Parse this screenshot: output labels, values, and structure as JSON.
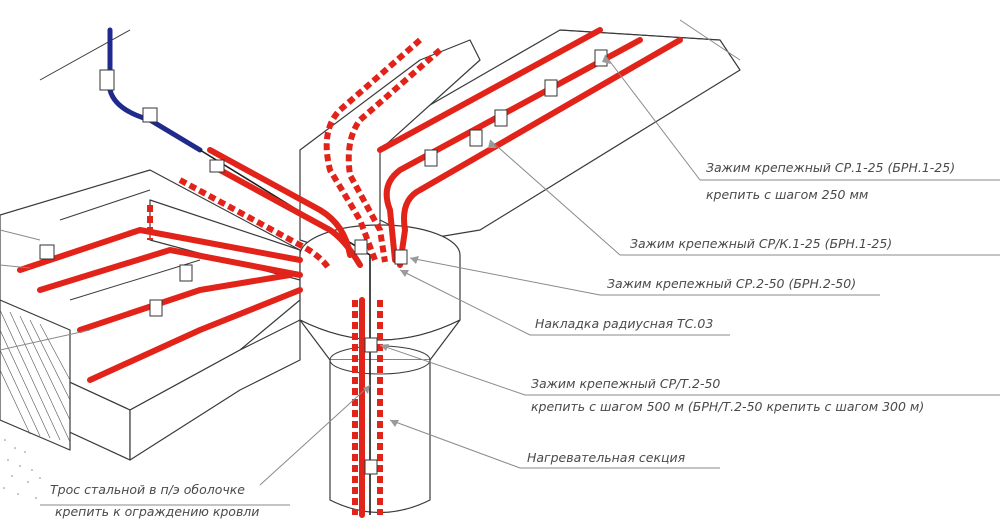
{
  "labels": {
    "clamp_cr1": "Зажим крепежный СР.1-25 (БРН.1-25)",
    "clamp_cr1_step": "крепить с шагом 250 мм",
    "clamp_crk1": "Зажим крепежный СР/К.1-25 (БРН.1-25)",
    "clamp_cr2": "Зажим крепежный СР.2-50 (БРН.2-50)",
    "radius_pad": "Накладка радиусная ТС.03",
    "clamp_crt2": "Зажим крепежный СР/Т.2-50",
    "clamp_crt2_step": "крепить с шагом 500 м (БРН/Т.2-50 крепить с шагом 300 м)",
    "heating_section": "Нагревательная секция",
    "steel_rope": "Трос стальной в п/э оболочке",
    "steel_rope_fix": "крепить к ограждению кровли"
  },
  "colors": {
    "heating_cable": "#e2231a",
    "steel_rope": "#1f2a8c",
    "outline": "#3a3a3a",
    "label_text": "#4a4a4a",
    "leader_line": "#8a8a8a"
  }
}
